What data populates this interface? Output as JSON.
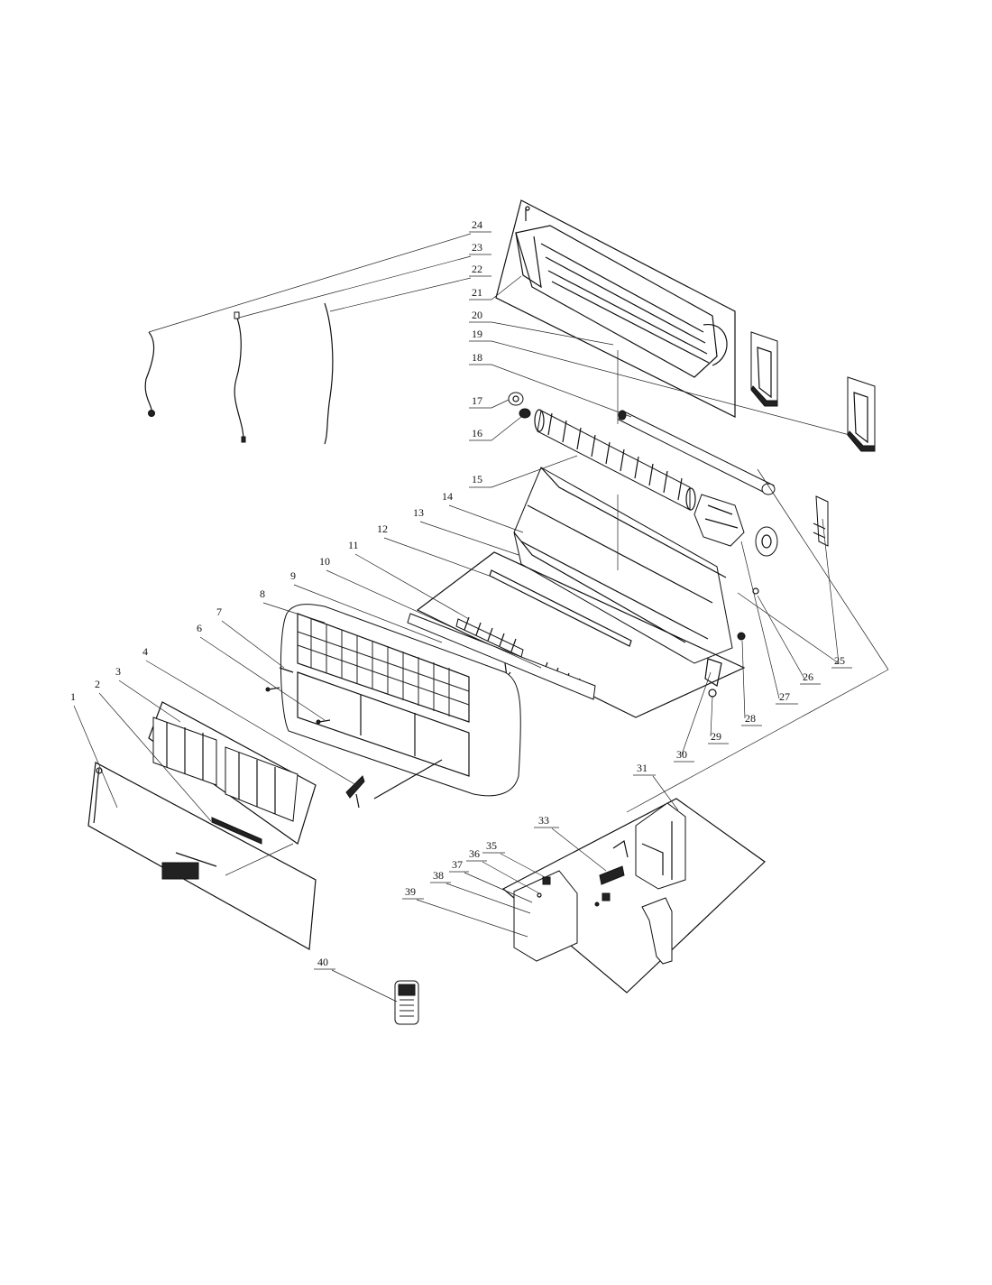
{
  "callouts": {
    "c1": "1",
    "c2": "2",
    "c3": "3",
    "c4": "4",
    "c6": "6",
    "c7": "7",
    "c8": "8",
    "c9": "9",
    "c10": "10",
    "c11": "11",
    "c12": "12",
    "c13": "13",
    "c14": "14",
    "c15": "15",
    "c16": "16",
    "c17": "17",
    "c18": "18",
    "c19": "19",
    "c20": "20",
    "c21": "21",
    "c22": "22",
    "c23": "23",
    "c24": "24",
    "c25": "25",
    "c26": "26",
    "c27": "27",
    "c28": "28",
    "c29": "29",
    "c30": "30",
    "c31": "31",
    "c33": "33",
    "c35": "35",
    "c36": "36",
    "c37": "37",
    "c38": "38",
    "c39": "39",
    "c40": "40"
  }
}
